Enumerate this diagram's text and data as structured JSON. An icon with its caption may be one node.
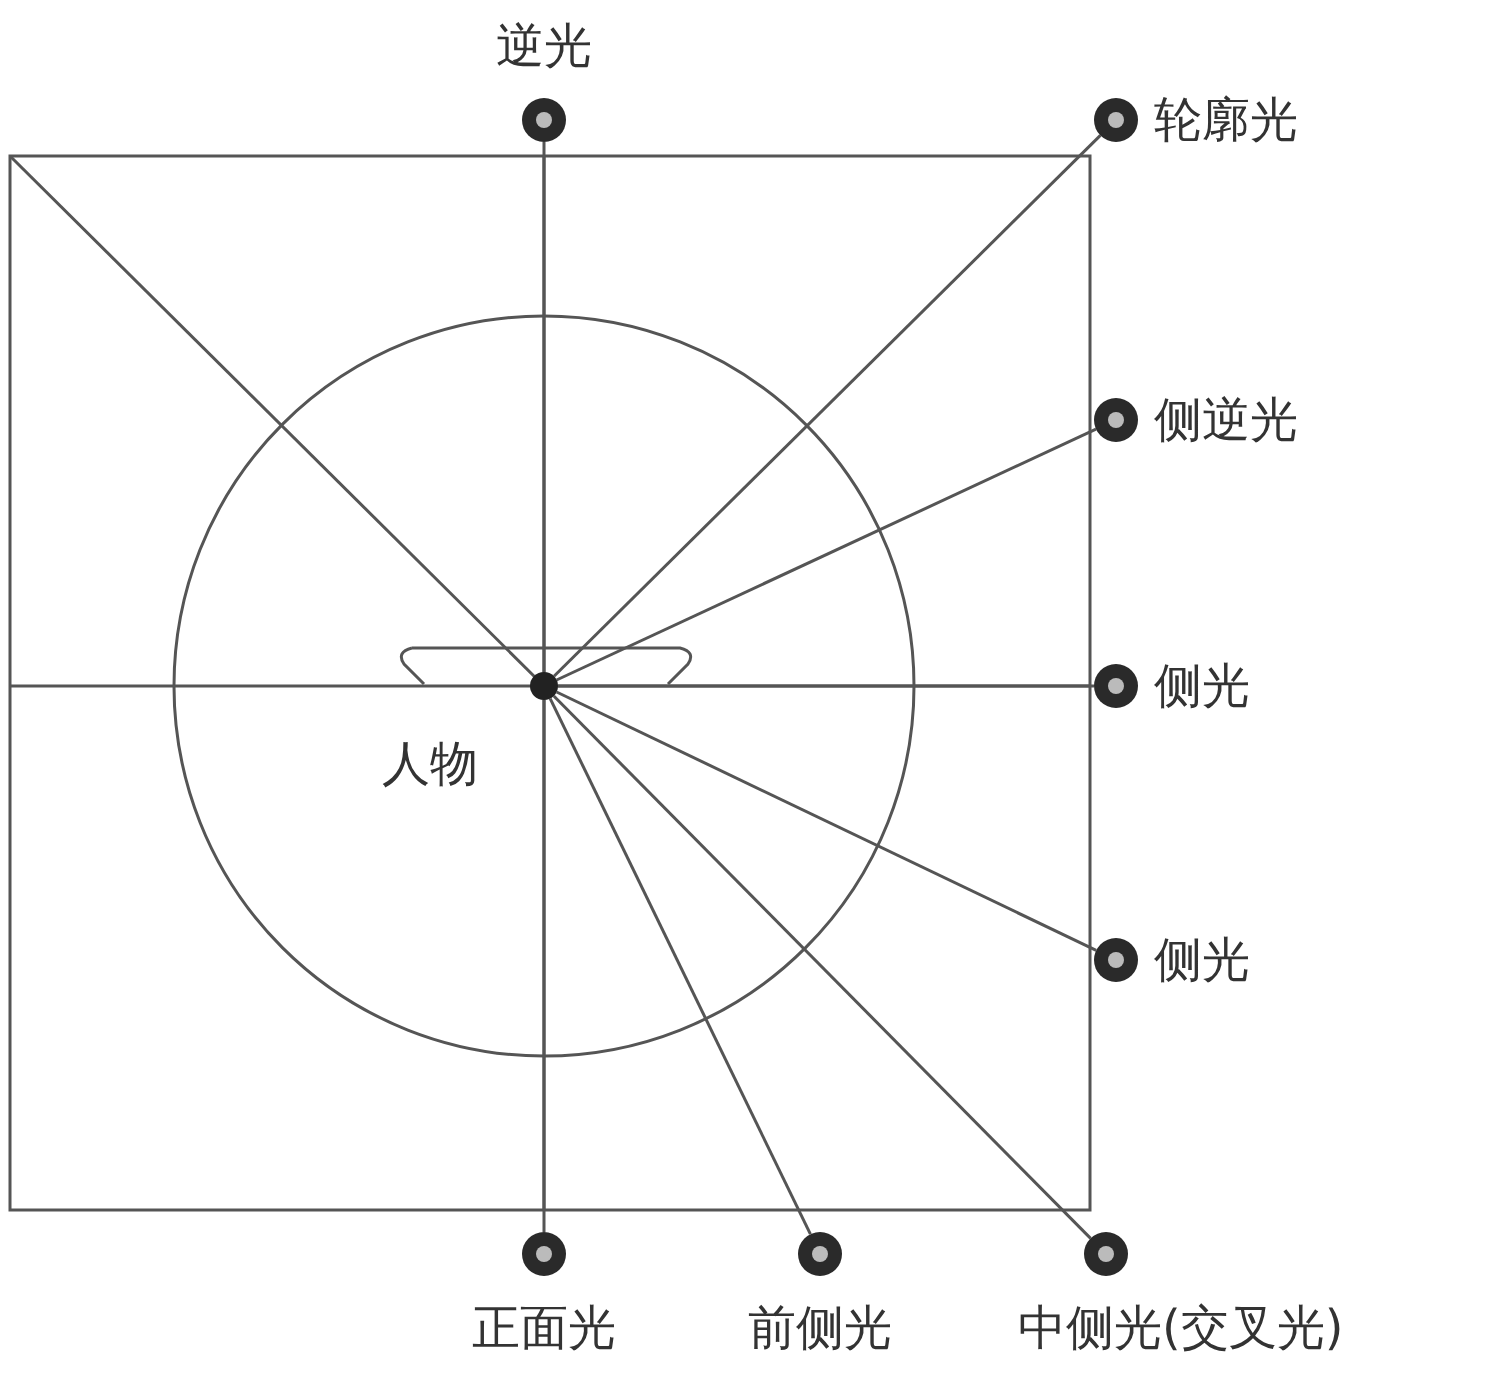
{
  "diagram": {
    "nodes": [
      {
        "text": [
          "人物"
        ]
      },
      {
        "text": [
          "逆光"
        ]
      },
      {
        "text": [
          "轮廓光"
        ]
      },
      {
        "text": [
          "侧逆光"
        ]
      },
      {
        "text": [
          "侧光"
        ]
      },
      {
        "text": [
          "侧光"
        ]
      },
      {
        "text": [
          "正面光"
        ]
      },
      {
        "text": [
          "前侧光"
        ]
      },
      {
        "text": [
          "中侧光(交叉光)"
        ]
      }
    ],
    "edges": [
      {
        "from": 0,
        "to": 1,
        "arrow": "none"
      },
      {
        "from": 0,
        "to": 2,
        "arrow": "none"
      },
      {
        "from": 0,
        "to": 3,
        "arrow": "none"
      },
      {
        "from": 0,
        "to": 4,
        "arrow": "none"
      },
      {
        "from": 0,
        "to": 5,
        "arrow": "none"
      },
      {
        "from": 0,
        "to": 6,
        "arrow": "none"
      },
      {
        "from": 0,
        "to": 7,
        "arrow": "none"
      },
      {
        "from": 0,
        "to": 8,
        "arrow": "none"
      }
    ]
  }
}
